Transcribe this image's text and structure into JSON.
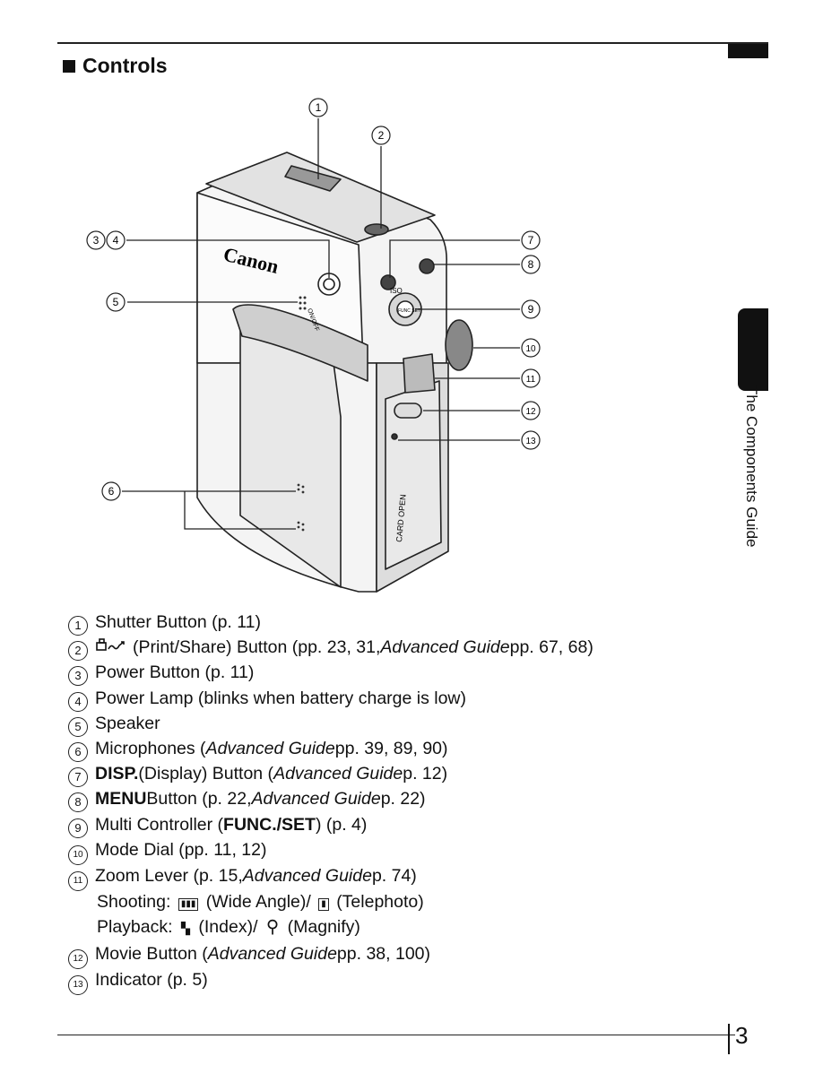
{
  "heading": "Controls",
  "side_label": "The Components Guide",
  "page_number": "3",
  "callouts": [
    "1",
    "2",
    "3",
    "4",
    "5",
    "6",
    "7",
    "8",
    "9",
    "10",
    "11",
    "12",
    "13"
  ],
  "figure": {
    "brand": "Canon",
    "power_label": "ON/OFF",
    "iso_label": "ISO",
    "card_label": "CARD OPEN",
    "func_label": "FUNC SET"
  },
  "items": [
    {
      "num": "1",
      "text": "Shutter Button (p. 11)"
    },
    {
      "num": "2",
      "icon": "print-share-icon",
      "text1": "(Print/Share) Button (pp. 23, 31, ",
      "italic": "Advanced Guide",
      "text2": " pp. 67, 68)"
    },
    {
      "num": "3",
      "text": "Power Button (p. 11)"
    },
    {
      "num": "4",
      "text": "Power Lamp (blinks when battery charge is low)"
    },
    {
      "num": "5",
      "text": "Speaker"
    },
    {
      "num": "6",
      "text1": "Microphones (",
      "italic": "Advanced Guide",
      "text2": " pp. 39, 89, 90)"
    },
    {
      "num": "7",
      "bold": "DISP.",
      "text1": " (Display) Button (",
      "italic": "Advanced Guide",
      "text2": " p. 12)"
    },
    {
      "num": "8",
      "bold": "MENU",
      "text1": " Button (p. 22, ",
      "italic": "Advanced Guide",
      "text2": " p. 22)"
    },
    {
      "num": "9",
      "text1": "Multi Controller (",
      "bold": "FUNC./SET",
      "text2": ") (p. 4)"
    },
    {
      "num": "10",
      "text": "Mode Dial (pp. 11, 12)"
    },
    {
      "num": "11",
      "text1": "Zoom Lever   (p. 15, ",
      "italic": "Advanced Guide",
      "text2": " p. 74)",
      "shooting": {
        "label": "Shooting:",
        "wide": "(Wide Angle)/",
        "tele": "(Telephoto)"
      },
      "playback": {
        "label": "Playback:",
        "index": "(Index)/",
        "magnify": "(Magnify)"
      }
    },
    {
      "num": "12",
      "text1": "Movie Button (",
      "italic": "Advanced Guide",
      "text2": " pp. 38, 100)"
    },
    {
      "num": "13",
      "text": "Indicator (p. 5)"
    }
  ]
}
